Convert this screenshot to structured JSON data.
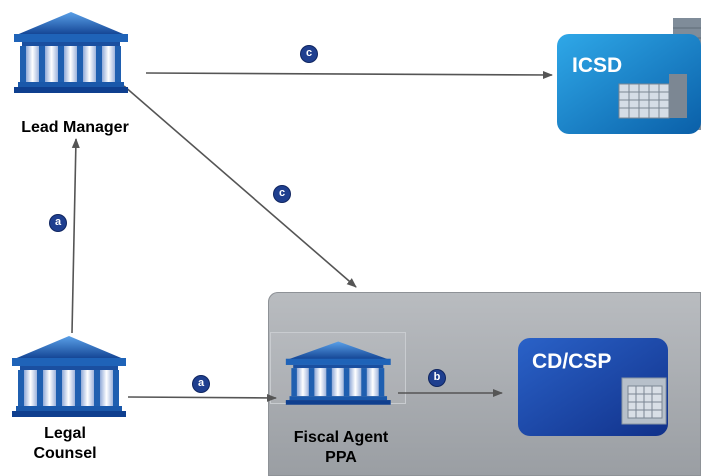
{
  "nodes": {
    "lead_manager": "Lead Manager",
    "legal_counsel": "Legal\nCounsel",
    "fiscal_agent": "Fiscal Agent\nPPA",
    "icsd": "ICSD",
    "cd_csp": "CD/CSP"
  },
  "flows": {
    "a1": "a",
    "a2": "a",
    "b": "b",
    "c1": "c",
    "c2": "c"
  },
  "colors": {
    "building_blue": "#1f63b8",
    "bank_blue": "#1a92d6",
    "badge": "#1f3f8f",
    "arrow": "#555555",
    "panel": "#a8acb1"
  }
}
